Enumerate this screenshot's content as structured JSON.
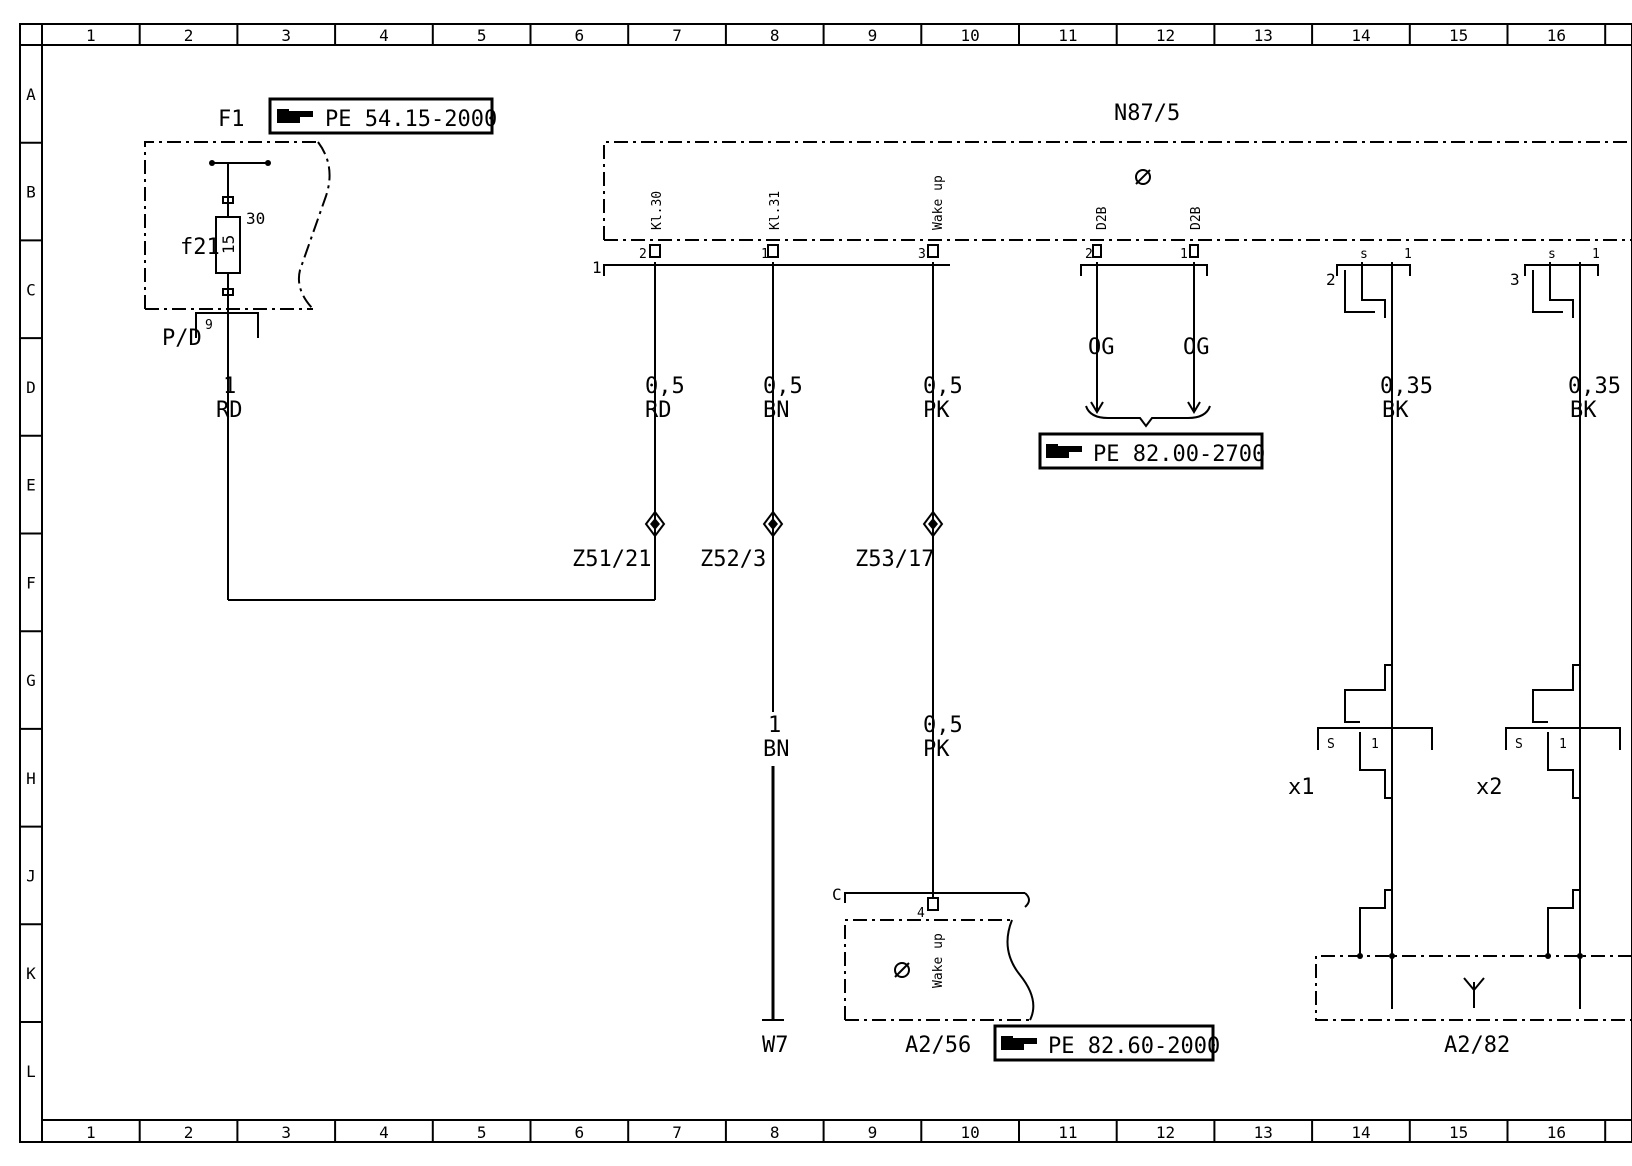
{
  "grid": {
    "columns": [
      "1",
      "2",
      "3",
      "4",
      "5",
      "6",
      "7",
      "8",
      "9",
      "10",
      "11",
      "12",
      "13",
      "14",
      "15",
      "16"
    ],
    "rows": [
      "A",
      "B",
      "C",
      "D",
      "E",
      "F",
      "G",
      "H",
      "J",
      "K",
      "L"
    ]
  },
  "components": {
    "f1": "F1",
    "fuse": "f21",
    "fuse_rating": "15",
    "fuse_terminal": "30",
    "pd_connector": "P/D",
    "pd_pin": "9",
    "n87": "N87/5",
    "a256": "A2/56",
    "a282": "A2/82",
    "w7": "W7",
    "x1": "x1",
    "x2": "x2"
  },
  "references": {
    "ref_f1": "PE 54.15-2000",
    "ref_d2b": "PE 82.00-2700",
    "ref_a256": "PE 82.60-2000"
  },
  "pins": {
    "kl30": "Kl.30",
    "kl31": "Kl.31",
    "wakeup": "Wake up",
    "d2b": "D2B",
    "p1_2": "2",
    "p1_1": "1",
    "p1_3": "3",
    "p2_2": "2",
    "p2_1": "1",
    "conn_1": "1",
    "conn_2": "2",
    "conn_3": "3",
    "s": "s",
    "S": "S",
    "one": "1",
    "conn_c": "C",
    "pin_c4": "4"
  },
  "wires": {
    "rd1_size": "1",
    "rd1_color": "RD",
    "rd_size": "0,5",
    "rd_color": "RD",
    "bn_size": "0,5",
    "bn_color": "BN",
    "pk_size": "0,5",
    "pk_color": "PK",
    "og": "OG",
    "bk_size": "0,35",
    "bk_color": "BK",
    "bn2_size": "1",
    "bn2_color": "BN",
    "pk2_size": "0,5",
    "pk2_color": "PK"
  },
  "splices": {
    "z51": "Z51/21",
    "z52": "Z52/3",
    "z53": "Z53/17"
  }
}
